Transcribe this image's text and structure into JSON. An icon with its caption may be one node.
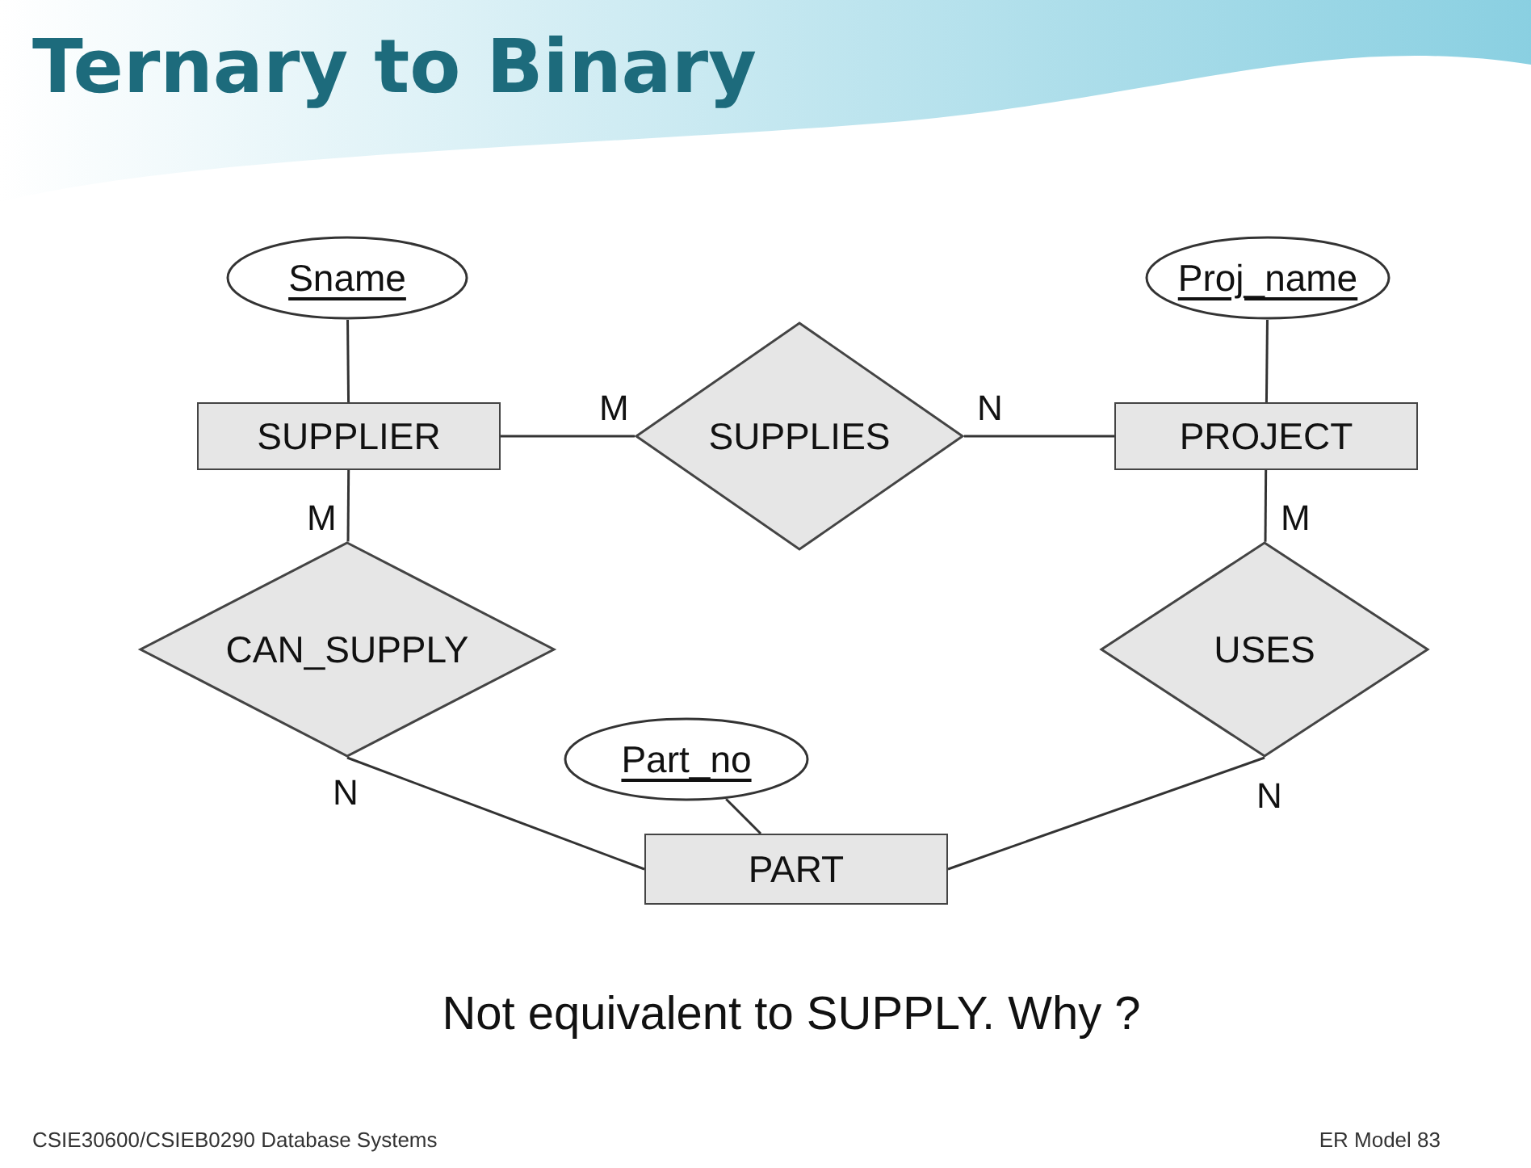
{
  "diagram": {
    "title": "Ternary to Binary",
    "caption": "Not equivalent to SUPPLY. Why ?",
    "nodes": [
      {
        "text": [
          "Sname"
        ]
      },
      {
        "text": [
          "Proj_name"
        ]
      },
      {
        "text": [
          "SUPPLIER"
        ]
      },
      {
        "text": [
          "SUPPLIES"
        ]
      },
      {
        "text": [
          "PROJECT"
        ]
      },
      {
        "text": [
          "CAN_SUPPLY"
        ]
      },
      {
        "text": [
          "USES"
        ]
      },
      {
        "text": [
          "Part_no"
        ]
      },
      {
        "text": [
          "PART"
        ]
      }
    ],
    "edges": [
      {
        "from": 0,
        "to": 2,
        "arrow": "none"
      },
      {
        "from": 2,
        "to": 3,
        "arrow": "none",
        "label": "M"
      },
      {
        "from": 3,
        "to": 4,
        "arrow": "none",
        "label": "N"
      },
      {
        "from": 1,
        "to": 4,
        "arrow": "none"
      },
      {
        "from": 2,
        "to": 5,
        "arrow": "none",
        "label": "M"
      },
      {
        "from": 4,
        "to": 6,
        "arrow": "none",
        "label": "M"
      },
      {
        "from": 5,
        "to": 8,
        "arrow": "none",
        "label": "N"
      },
      {
        "from": 6,
        "to": 8,
        "arrow": "none",
        "label": "N"
      },
      {
        "from": 7,
        "to": 8,
        "arrow": "none"
      }
    ],
    "labels": [
      "CSIE30600/CSIEB0290 Database Systems",
      "ER Model 83"
    ]
  }
}
